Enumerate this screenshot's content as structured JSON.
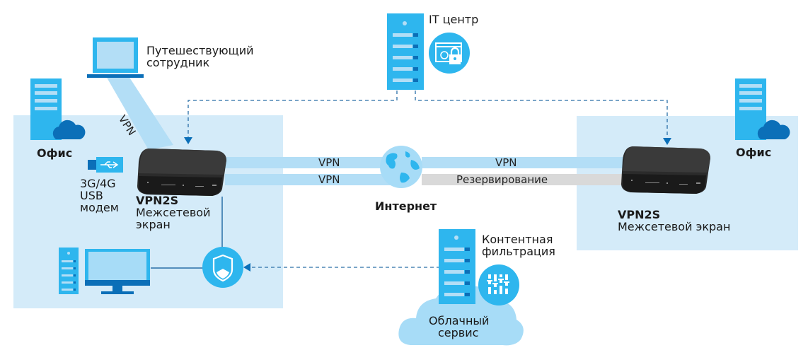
{
  "diagram": {
    "colors": {
      "zone": "#d4ebf9",
      "band_vpn": "#b3def6",
      "band_backup": "#d9d9d9",
      "icon_light": "#2eb6ee",
      "icon_dark": "#0b6fb8",
      "line": "#2a6fa8"
    },
    "traveler": {
      "label_line1": "Путешествующий",
      "label_line2": "сотрудник",
      "link_label": "VPN"
    },
    "it_center": {
      "label": "IT центр"
    },
    "left_office": {
      "title": "Офис",
      "usb_modem_line1": "3G/4G",
      "usb_modem_line2": "USB",
      "usb_modem_line3": "модем",
      "device_model": "VPN2S",
      "device_type_line1": "Межсетевой",
      "device_type_line2": "экран"
    },
    "right_office": {
      "title": "Офис",
      "device_model": "VPN2S",
      "device_type": "Межсетевой экран"
    },
    "links": {
      "left_top": "VPN",
      "left_bottom": "VPN",
      "right_top": "VPN",
      "right_bottom": "Резервирование"
    },
    "internet": {
      "label": "Интернет"
    },
    "cloud": {
      "label_line1": "Облачный",
      "label_line2": "сервис",
      "service_line1": "Контентная",
      "service_line2": "фильтрация"
    }
  }
}
